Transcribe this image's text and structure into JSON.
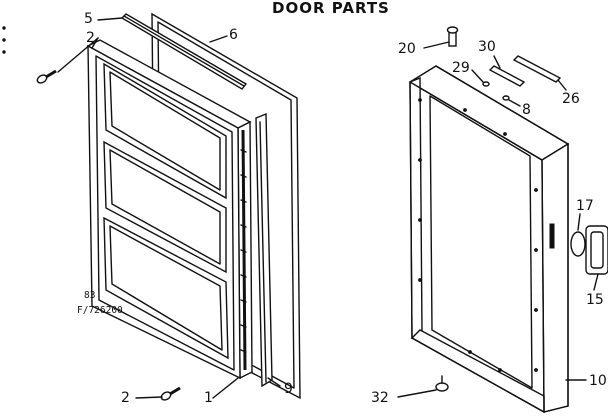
{
  "title": "DOOR PARTS",
  "catalog": {
    "line1": "83",
    "line2": "F/726200"
  },
  "callouts": {
    "c2a": "2",
    "c5": "5",
    "c6": "6",
    "c2b": "2",
    "c1": "1",
    "c9": "9",
    "c20": "20",
    "c30": "30",
    "c29": "29",
    "c8": "8",
    "c26": "26",
    "c17": "17",
    "c15": "15",
    "c32": "32",
    "c10": "10"
  }
}
